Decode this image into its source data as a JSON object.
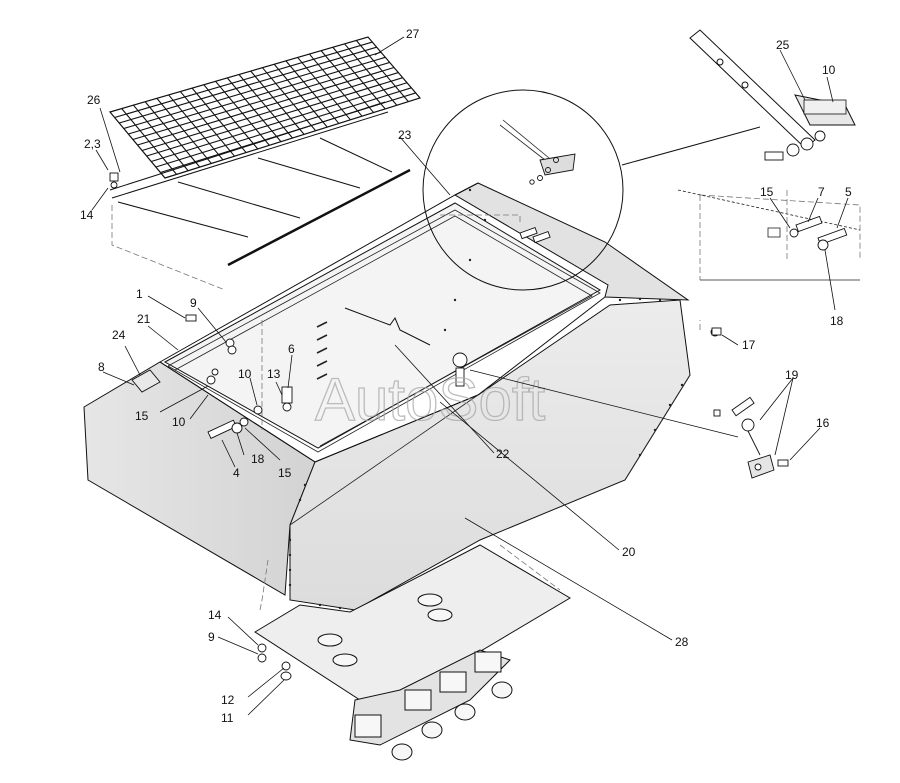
{
  "diagram": {
    "watermark": "AutoSoft",
    "callouts": {
      "c27": "27",
      "c26": "26",
      "c2_3": "2,3",
      "c14a": "14",
      "c25": "25",
      "c10a": "10",
      "c23": "23",
      "c15a": "15",
      "c7": "7",
      "c5": "5",
      "c18a": "18",
      "c17": "17",
      "c1": "1",
      "c9a": "9",
      "c6": "6",
      "c21": "21",
      "c24": "24",
      "c8": "8",
      "c13": "13",
      "c10b": "10",
      "c15b": "15",
      "c10c": "10",
      "c4": "4",
      "c18b": "18",
      "c15c": "15",
      "c22": "22",
      "c19": "19",
      "c16": "16",
      "c20": "20",
      "c28": "28",
      "c14b": "14",
      "c9b": "9",
      "c12": "12",
      "c11": "11"
    }
  }
}
